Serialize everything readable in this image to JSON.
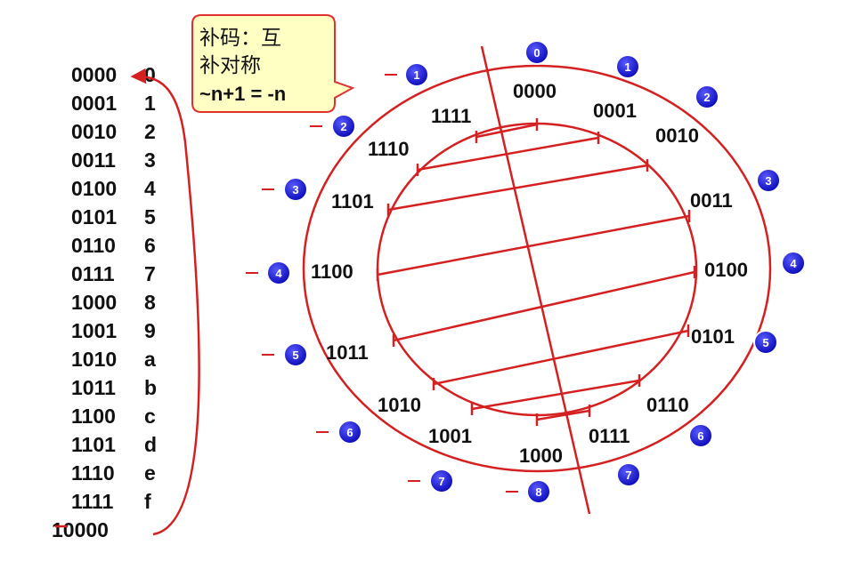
{
  "callout": {
    "line1": "补码：互",
    "line2": "补对称",
    "formula": "~n+1 = -n"
  },
  "table": {
    "rows": [
      {
        "bin": "0000",
        "hex": "0"
      },
      {
        "bin": "0001",
        "hex": "1"
      },
      {
        "bin": "0010",
        "hex": "2"
      },
      {
        "bin": "0011",
        "hex": "3"
      },
      {
        "bin": "0100",
        "hex": "4"
      },
      {
        "bin": "0101",
        "hex": "5"
      },
      {
        "bin": "0110",
        "hex": "6"
      },
      {
        "bin": "0111",
        "hex": "7"
      },
      {
        "bin": "1000",
        "hex": "8"
      },
      {
        "bin": "1001",
        "hex": "9"
      },
      {
        "bin": "1010",
        "hex": "a"
      },
      {
        "bin": "1011",
        "hex": "b"
      },
      {
        "bin": "1100",
        "hex": "c"
      },
      {
        "bin": "1101",
        "hex": "d"
      },
      {
        "bin": "1110",
        "hex": "e"
      },
      {
        "bin": "1111",
        "hex": "f"
      }
    ],
    "overflow": "10000"
  },
  "circle_labels": {
    "top": "0000",
    "bottom": "1000",
    "right": [
      "0001",
      "0010",
      "0011",
      "0100",
      "0101",
      "0110",
      "0111"
    ],
    "left": [
      "1111",
      "1110",
      "1101",
      "1100",
      "1011",
      "1010",
      "1001"
    ]
  },
  "badges": {
    "top": "0",
    "bottom": "8",
    "right": [
      "1",
      "2",
      "3",
      "4",
      "5",
      "6",
      "7"
    ],
    "left": [
      "1",
      "2",
      "3",
      "4",
      "5",
      "6",
      "7"
    ]
  },
  "colors": {
    "line": "#d42020",
    "badge_fill": "#1c1ce0",
    "callout_fill": "#ffffc4",
    "callout_border": "#e03030"
  }
}
